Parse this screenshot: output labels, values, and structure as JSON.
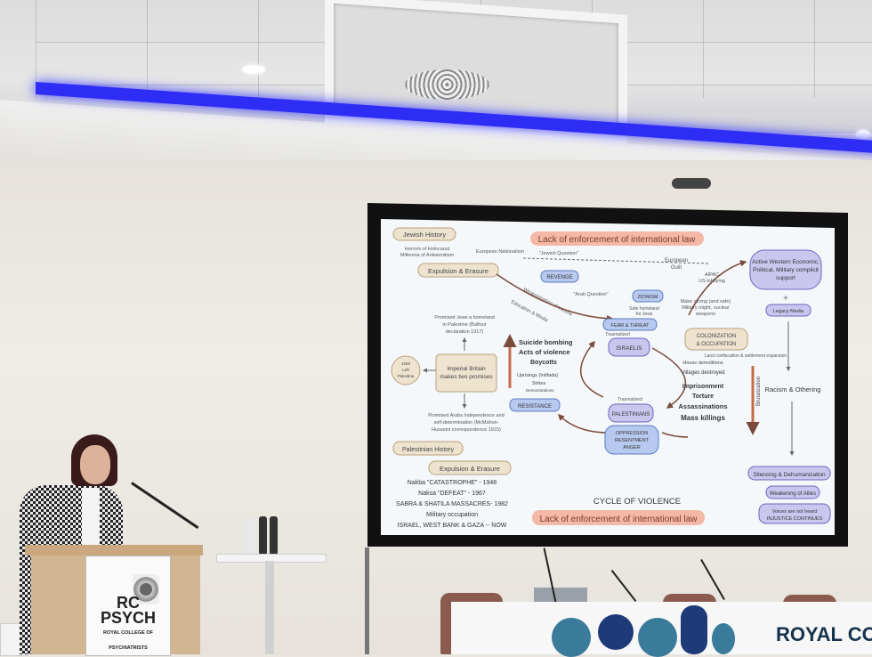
{
  "slide": {
    "title_top": "Lack of enforcement of international law",
    "title_bottom": "Lack of enforcement of international law",
    "cycle_label": "CYCLE OF VIOLENCE",
    "jewish_history": "Jewish History",
    "horrors": [
      "Horrors of Holocaust",
      "Millennia of Antisemitism"
    ],
    "european_nationalism": "European Nationalism",
    "jewish_question": "\"Jewish Question\"",
    "arab_question": "\"Arab Question\"",
    "european_guilt": [
      "European",
      "Guilt"
    ],
    "expulsion_top": "Expulsion & Erasure",
    "revenge": "REVENGE",
    "zionism": "ZIONISM",
    "safe_homeland": [
      "Safe homeland",
      "for Jews"
    ],
    "weaponisation": "Weaponisation of trauma",
    "education_media": "Education & Media",
    "fear_threat": "FEAR & THREAT",
    "traumatized_1": "Traumatized",
    "israelis": "ISRAELIS",
    "active_western": [
      "Active Western Economic,",
      "Political, Military complicit",
      "support"
    ],
    "aipac": [
      "AIPAC",
      "US lobbying"
    ],
    "make_strong": [
      "Make strong (and safe)",
      "Military might, nuclear",
      "weapons"
    ],
    "legacy_media": "Legacy Media",
    "colonization": [
      "COLONIZATION",
      "& OCCUPATION"
    ],
    "land_confiscation": "Land confiscation & settlement expansion",
    "promised_jews": [
      "Promised Jews a homeland",
      "in Palestine (Balfour",
      "declaration 1917)"
    ],
    "left_palestine": [
      "1948",
      "Left",
      "Palestine"
    ],
    "imperial_britain": [
      "Imperial Britain",
      "makes two promises"
    ],
    "promised_arabs": [
      "Promised Arabs independence and",
      "self-determination (McMahon-",
      "Husseini correspondence 1915)"
    ],
    "suicide_bombing": "Suicide bombing",
    "acts_violence": "Acts of violence",
    "boycotts": "Boycotts",
    "uprisings": "Uprisings (Intifada)",
    "strikes": "Strikes",
    "demonstrations": "Demonstrations",
    "resistance": "RESISTANCE",
    "house_demolitions": "House demolitions",
    "villages_destroyed": "Villages destroyed",
    "imprisonment": "Imprisonment",
    "torture": "Torture",
    "assassinations": "Assassinations",
    "mass_killings": "Mass killings",
    "brutalization": "Brutalization",
    "racism_othering": "Racism & Othering",
    "traumatized_2": "Traumatized",
    "palestinians": "PALESTINIANS",
    "oppression": [
      "OPPRESSION",
      "RESENTMENT",
      "ANGER"
    ],
    "palestinian_history": "Palestinian History",
    "expulsion_bottom": "Expulsion & Erasure",
    "nakba": "Nakba \"CATASTROPHE\" - 1948",
    "naksa": "Naksa \"DEFEAT\" - 1967",
    "sabra": "SABRA & SHATILA MASSACRES- 1982",
    "military_occupation": "Military occupation",
    "israel_wb_gaza": "ISRAEL, WEST BANK & GAZA -- NOW",
    "silencing": "Silencing & Dehumanization",
    "weakening_allies": "Weakening of Allies",
    "voices": [
      "Voices are not heard",
      "INJUSTICE CONTINUES"
    ]
  },
  "podium": {
    "logo_line1": "RC",
    "logo_line2": "PSYCH",
    "logo_line3": "ROYAL COLLEGE OF",
    "logo_line4": "PSYCHIATRISTS"
  },
  "desk": {
    "label": "ROYAL COLL"
  },
  "colors": {
    "led": "#2d2df5",
    "slide_bg": "#f5f8fb",
    "box_purple": "#c9c7ee",
    "box_tan": "#eee3cf",
    "box_blue": "#b7c9ee",
    "title_pink": "#f4b9a6",
    "arrow_brown": "#7a4a3a"
  }
}
